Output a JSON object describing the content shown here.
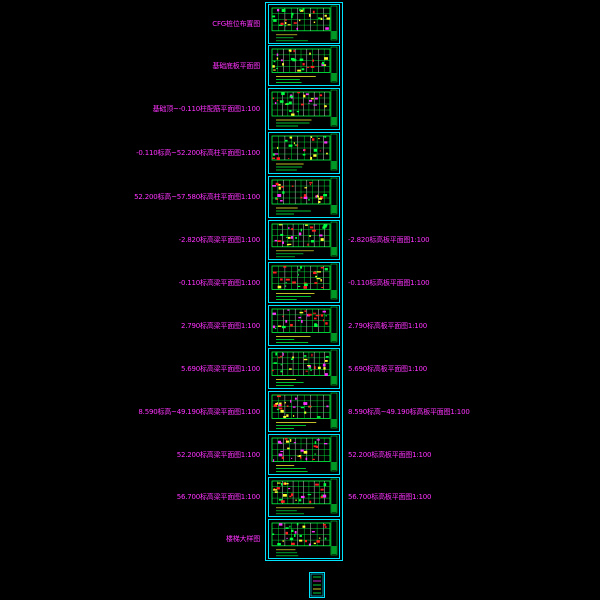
{
  "colors": {
    "background": "#000000",
    "frame": "#00e5ff",
    "label": "#ff33ff",
    "plan_green": "#00ff40",
    "plan_red": "#ff2020",
    "plan_yellow": "#ffff33",
    "plan_magenta": "#ff33ff",
    "plan_white": "#ffffff"
  },
  "sheets": [
    {
      "left_label": "CFG桩位布置图",
      "right_label": ""
    },
    {
      "left_label": "基础底板平面图",
      "right_label": ""
    },
    {
      "left_label": "基础顶~-0.110柱配筋平面图1:100",
      "right_label": ""
    },
    {
      "left_label": "-0.110标高~52.200标高柱平面图1:100",
      "right_label": ""
    },
    {
      "left_label": "52.200标高~57.580标高柱平面图1:100",
      "right_label": ""
    },
    {
      "left_label": "-2.820标高梁平面图1:100",
      "right_label": "-2.820标高板平面图1:100"
    },
    {
      "left_label": "-0.110标高梁平面图1:100",
      "right_label": "-0.110标高板平面图1:100"
    },
    {
      "left_label": "2.790标高梁平面图1:100",
      "right_label": "2.790标高板平面图1:100"
    },
    {
      "left_label": "5.690标高梁平面图1:100",
      "right_label": "5.690标高板平面图1:100"
    },
    {
      "left_label": "8.590标高~49.190标高梁平面图1:100",
      "right_label": "8.590标高~49.190标高板平面图1:100"
    },
    {
      "left_label": "52.200标高梁平面图1:100",
      "right_label": "52.200标高板平面图1:100"
    },
    {
      "left_label": "56.700标高梁平面图1:100",
      "right_label": "56.700标高板平面图1:100"
    },
    {
      "left_label": "楼梯大样图",
      "right_label": ""
    }
  ]
}
